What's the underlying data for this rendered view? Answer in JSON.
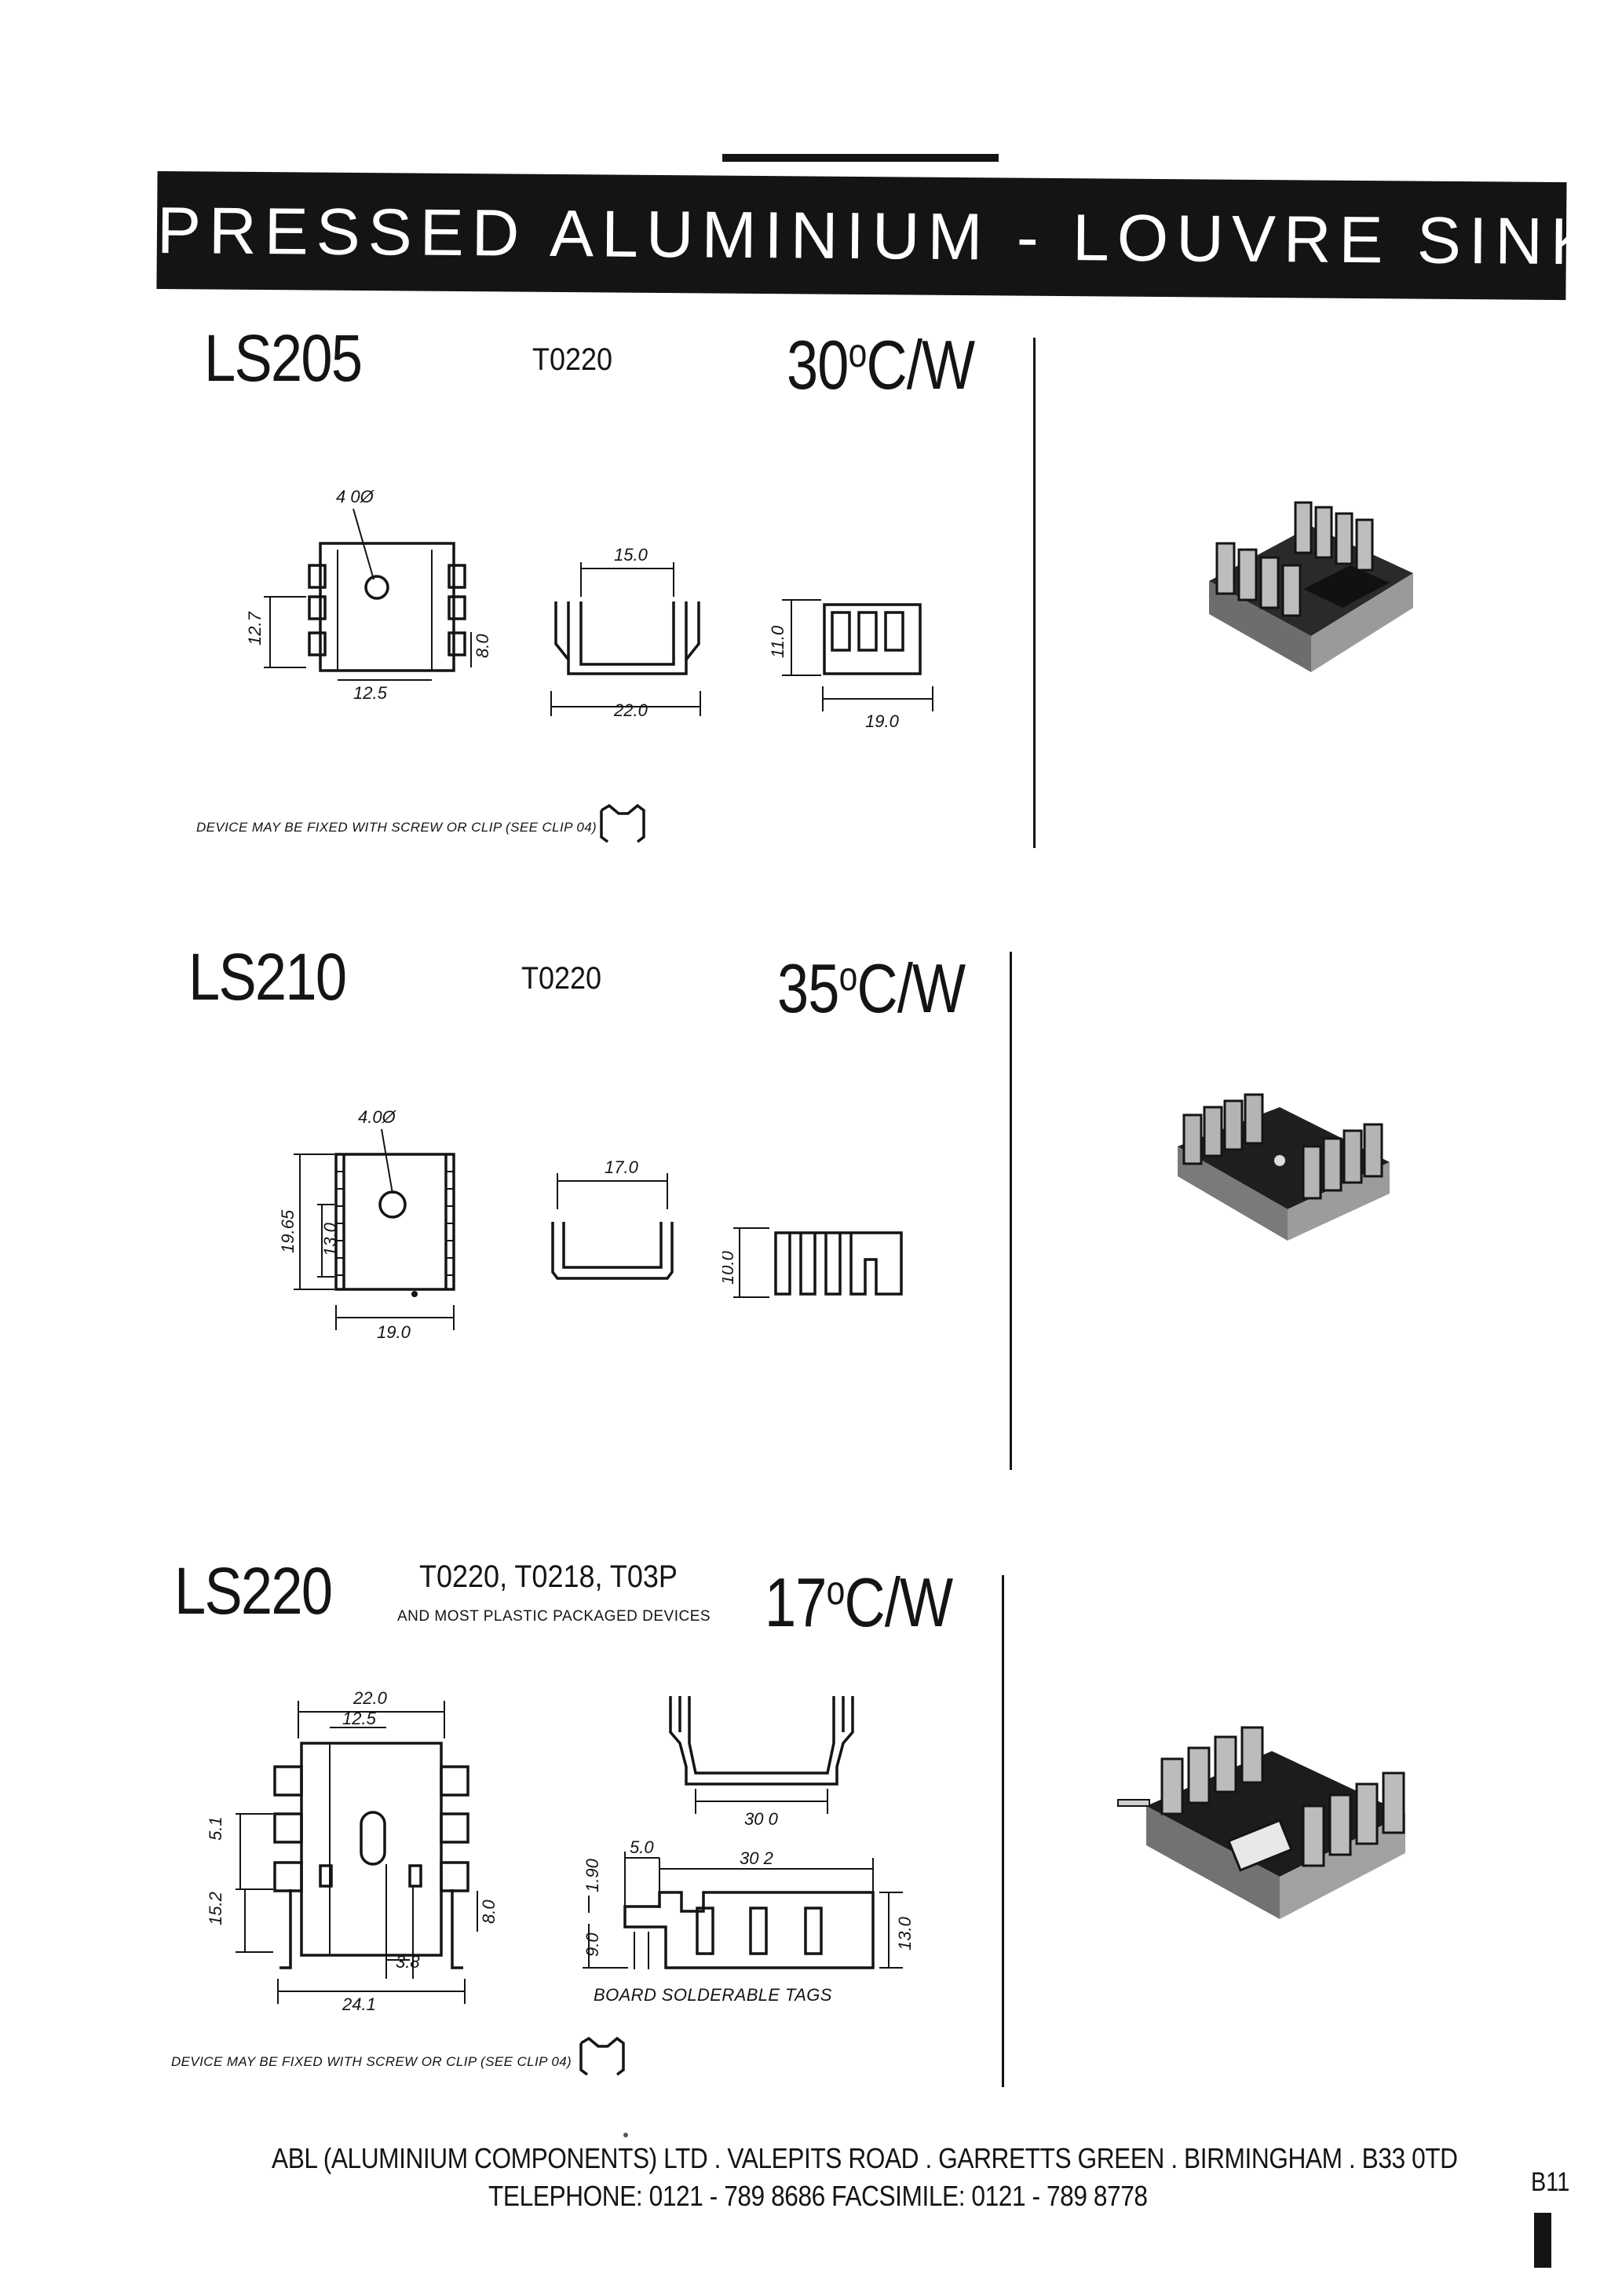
{
  "header": {
    "title": "PRESSED ALUMINIUM - LOUVRE SINKS"
  },
  "products": [
    {
      "model": "LS205",
      "package": "T0220",
      "rating": {
        "value": "30",
        "degree": "o",
        "unit": "C/W"
      },
      "dimensions": {
        "hole": "4 0Ø",
        "height": "12.7",
        "pitch": "12.5",
        "tab": "8.0",
        "inner_width": "15.0",
        "outer_width": "22.0",
        "fin_height": "11.0",
        "length": "19.0"
      },
      "note": "DEVICE MAY BE FIXED WITH SCREW OR CLIP (SEE CLIP 04)",
      "photo_icon": "heatsink-photo-icon"
    },
    {
      "model": "LS210",
      "package": "T0220",
      "rating": {
        "value": "35",
        "degree": "o",
        "unit": "C/W"
      },
      "dimensions": {
        "hole": "4.0Ø",
        "height": "19.65",
        "inner_height": "13.0",
        "width": "19.0",
        "inner_width": "17.0",
        "fin_height": "10.0"
      },
      "photo_icon": "heatsink-photo-icon"
    },
    {
      "model": "LS220",
      "package": "T0220, T0218, T03P",
      "package_note": "AND MOST PLASTIC PACKAGED DEVICES",
      "rating": {
        "value": "17",
        "degree": "o",
        "unit": "C/W"
      },
      "dimensions": {
        "outer_width": "22.0",
        "pitch": "12.5",
        "slot": "5.1",
        "height": "15.2",
        "tab": "8.0",
        "offset": "3.8",
        "base_width": "24.1",
        "inner_width": "30 0",
        "tag_width": "5.0",
        "length": "30 2",
        "tag_height": "1.90",
        "tag_depth": "9.0",
        "overall_height": "13.0"
      },
      "tags_label": "BOARD SOLDERABLE TAGS",
      "note": "DEVICE MAY BE FIXED WITH SCREW OR CLIP (SEE CLIP 04)",
      "photo_icon": "heatsink-photo-icon"
    }
  ],
  "footer": {
    "address": "ABL (ALUMINIUM COMPONENTS) LTD . VALEPITS ROAD . GARRETTS GREEN . BIRMINGHAM . B33 0TD",
    "contact": "TELEPHONE: 0121 - 789 8686    FACSIMILE: 0121 - 789 8778",
    "page_ref": "B11"
  },
  "icons": [
    "clip-icon",
    "heatsink-photo-icon",
    "page-tab-marker"
  ]
}
